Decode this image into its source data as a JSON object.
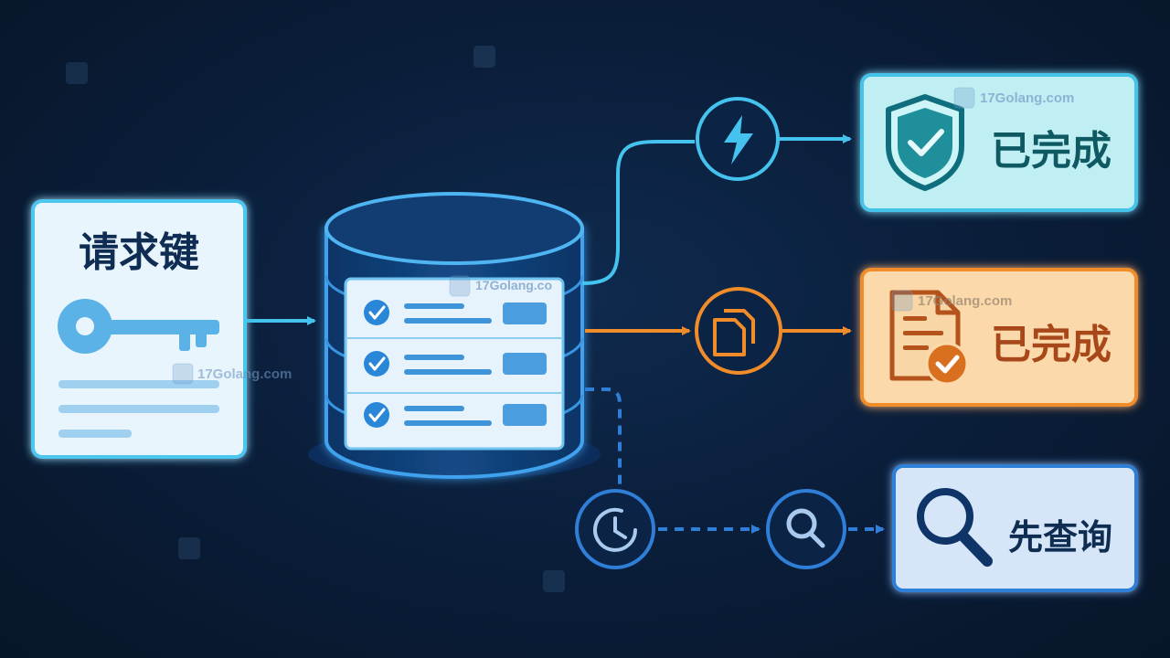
{
  "request_key_card": {
    "title": "请求键"
  },
  "outcomes": {
    "completed_primary": {
      "label": "已完成"
    },
    "completed_secondary": {
      "label": "已完成"
    },
    "query_first": {
      "label": "先查询"
    }
  },
  "watermarks": [
    "17Golang.com",
    "17Golang.com",
    "17Golang.co",
    "17Golang.com"
  ],
  "colors": {
    "background": "#0a1d38",
    "cyan": "#43c3ee",
    "orange": "#f08c2a",
    "blue": "#2f7fd8",
    "teal_card": "#bfeff3",
    "orange_card": "#fbd9aa",
    "blue_card": "#d6e6f8"
  },
  "icons": [
    "key-icon",
    "database-icon",
    "lightning-icon",
    "copy-icon",
    "clock-icon",
    "search-icon",
    "shield-check-icon",
    "document-check-icon",
    "magnifier-icon"
  ]
}
